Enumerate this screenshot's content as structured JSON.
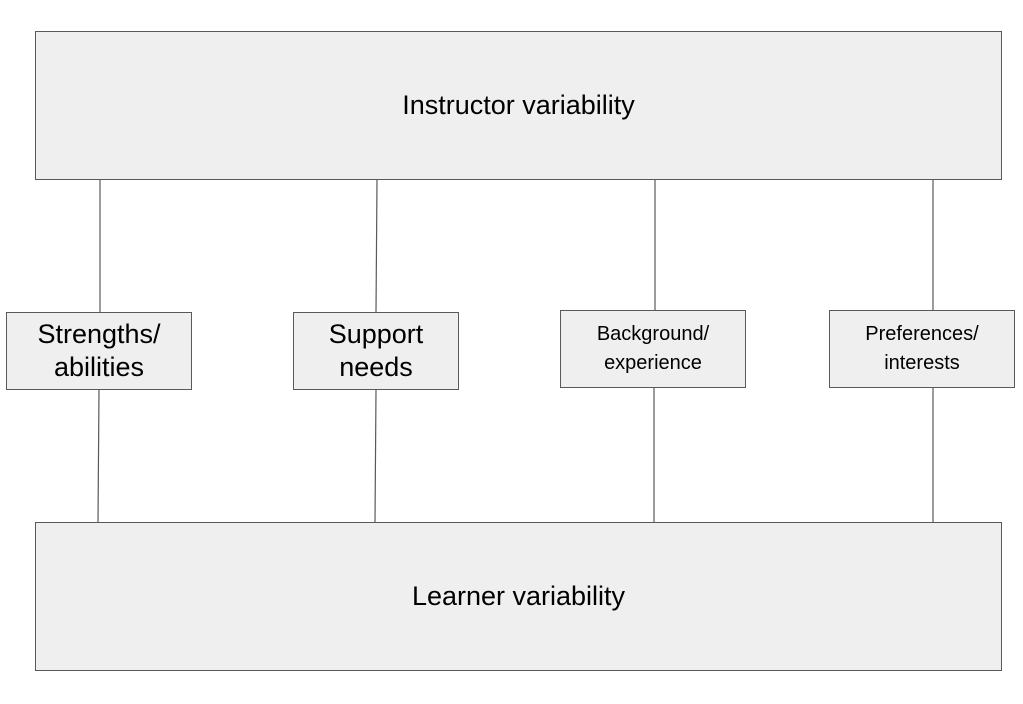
{
  "diagram": {
    "top_box": {
      "label": "Instructor variability"
    },
    "bottom_box": {
      "label": "Learner variability"
    },
    "factors": [
      {
        "label": "Strengths/\nabilities"
      },
      {
        "label": "Support\nneeds"
      },
      {
        "label": "Background/\nexperience"
      },
      {
        "label": "Preferences/\ninterests"
      }
    ],
    "colors": {
      "box_fill": "#efefef",
      "box_border": "#595959",
      "connector": "#595959",
      "text": "#000000"
    }
  }
}
